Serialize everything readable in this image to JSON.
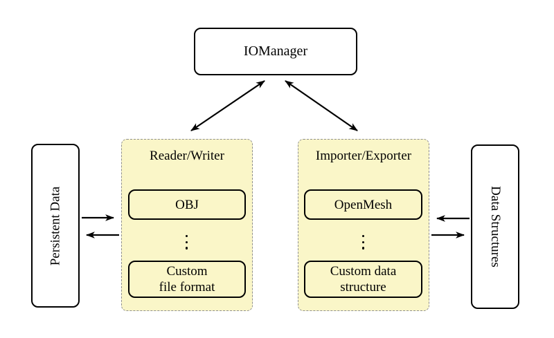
{
  "diagram": {
    "kind": "architecture-diagram",
    "nodes": {
      "iomanager": {
        "label": "IOManager"
      },
      "persistent_data": {
        "label": "Persistent Data",
        "orientation": "rotated-90-ccw"
      },
      "data_structures": {
        "label": "Data Structures",
        "orientation": "rotated-90-cw"
      }
    },
    "groups": {
      "reader_writer": {
        "title": "Reader/Writer",
        "item_top": "OBJ",
        "dots": "vertical-ellipsis",
        "item_bottom_line1": "Custom",
        "item_bottom_line2": "file format"
      },
      "importer_exporter": {
        "title": "Importer/Exporter",
        "item_top": "OpenMesh",
        "dots": "vertical-ellipsis",
        "item_bottom_line1": "Custom data",
        "item_bottom_line2": "structure"
      }
    },
    "edges": [
      {
        "from": "iomanager",
        "to": "reader_writer",
        "type": "bidirectional"
      },
      {
        "from": "iomanager",
        "to": "importer_exporter",
        "type": "bidirectional"
      },
      {
        "from": "persistent_data",
        "to": "reader_writer",
        "type": "one-way"
      },
      {
        "from": "reader_writer",
        "to": "persistent_data",
        "type": "one-way"
      },
      {
        "from": "data_structures",
        "to": "importer_exporter",
        "type": "one-way"
      },
      {
        "from": "importer_exporter",
        "to": "data_structures",
        "type": "one-way"
      }
    ],
    "colors": {
      "background": "#ffffff",
      "group_fill": "#faf6c8",
      "group_border_dashed": "#8f8f8f",
      "node_fill": "#ffffff",
      "node_border": "#000000",
      "arrow": "#000000",
      "text": "#000000"
    }
  }
}
